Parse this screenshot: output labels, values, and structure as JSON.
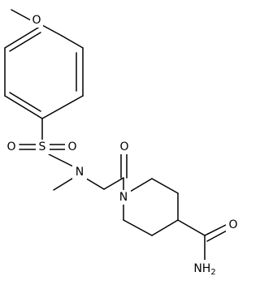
{
  "molecule": {
    "atom_labels": {
      "methoxy_oxygen": "O",
      "sulfur": "S",
      "sulfonyl_oxygen_left": "O",
      "sulfonyl_oxygen_right": "O",
      "sulfonamide_nitrogen": "N",
      "carbonyl_oxygen": "O",
      "piperidine_nitrogen": "N",
      "amide_oxygen": "O",
      "amide_nitrogen": "NH",
      "amide_nitrogen_subscript": "2"
    },
    "colors": {
      "bond": "#000000",
      "label": "#000000",
      "background": "#ffffff"
    }
  }
}
